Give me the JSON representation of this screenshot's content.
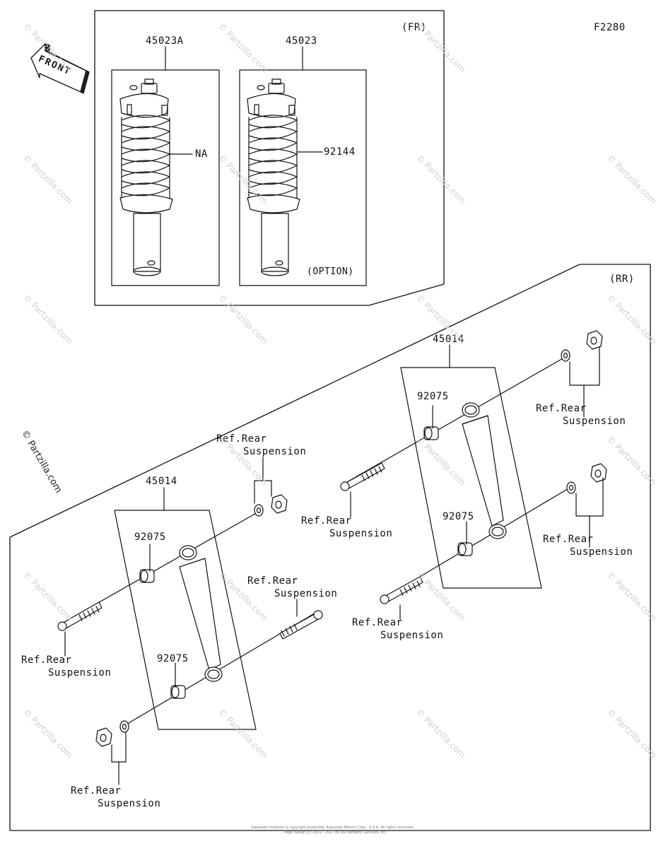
{
  "diagram_code": "F2280",
  "sections": {
    "front": "(FR)",
    "rear": "(RR)",
    "option": "(OPTION)"
  },
  "front_arrow": "FRONT",
  "watermark": "© Partzilla.com",
  "watermark_short": "© Partzilla.com",
  "parts": {
    "shock_front_std": "45023A",
    "shock_front_opt": "45023",
    "spring_na": "NA",
    "spring_92144": "92144",
    "rear_shock_right": "45014",
    "rear_shock_left": "45014",
    "bushing": "92075"
  },
  "refs": {
    "line1": "Ref.Rear",
    "line2": "Suspension"
  },
  "footer": {
    "line1": "Kawasaki material is copyright protected. Kawasaki Motors Corp., U.S.A. All rights reserved.",
    "line2": "Page design (c) 2001 - 2017 by ARI Network Services, Inc."
  }
}
